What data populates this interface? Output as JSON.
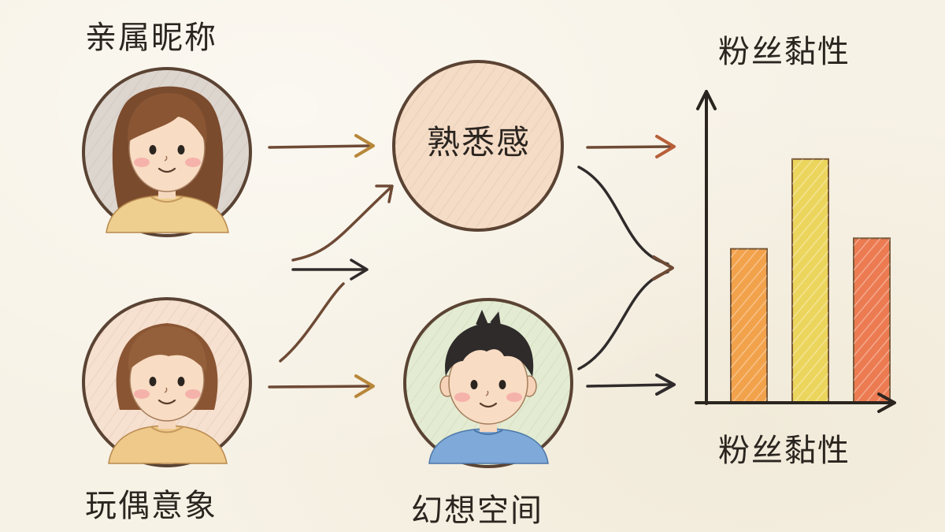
{
  "labels": {
    "kin_nickname": "亲属昵称",
    "doll_image": "玩偶意象",
    "familiarity": "熟悉感",
    "fantasy_space": "幻想空间",
    "fan_stickiness_top": "粉丝黏性",
    "fan_stickiness_bottom": "粉丝黏性"
  },
  "colors": {
    "background": "#f7f2e6",
    "ink": "#2b2520",
    "arrow_brown": "#6e4a35",
    "familiar_circle": "#f5dcc6",
    "fantasy_circle": "#e3ecd2",
    "bar_orange": "#f2a24b",
    "bar_yellow": "#ecd55c",
    "bar_red": "#ec7b52"
  },
  "chart_data": {
    "type": "bar",
    "values": [
      0.58,
      0.92,
      0.62
    ],
    "colors": [
      "#f2a24b",
      "#ecd55c",
      "#ec7b52"
    ],
    "grid": false
  }
}
